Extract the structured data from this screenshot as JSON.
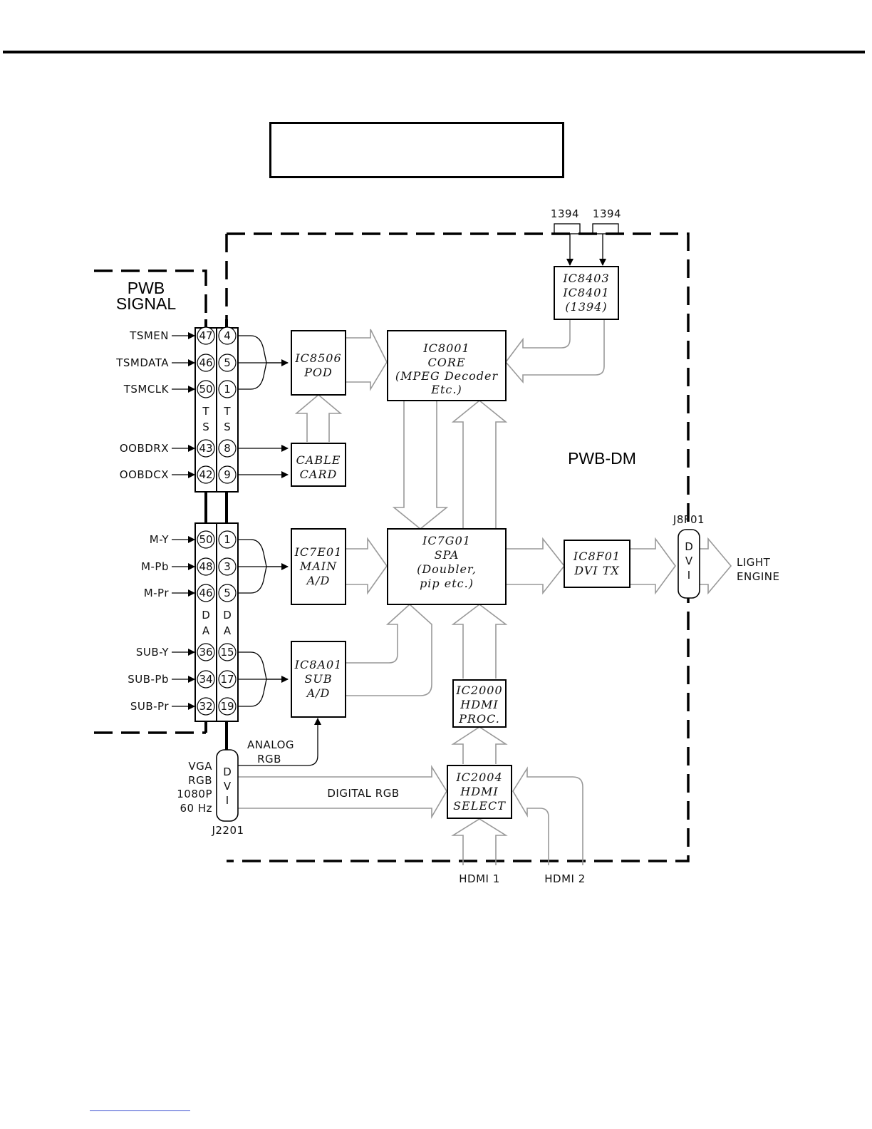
{
  "title_box_text": "",
  "blocks": {
    "pwb_signal": [
      "PWB",
      "SIGNAL"
    ],
    "pwb_dm": "PWB-DM",
    "ic8403": [
      "IC8403",
      "IC8401",
      "(1394)"
    ],
    "ic8506": [
      "IC8506",
      "POD"
    ],
    "ic8001": [
      "IC8001",
      "CORE",
      "(MPEG Decoder",
      "Etc.)"
    ],
    "cable_card": [
      "CABLE",
      "CARD"
    ],
    "ic7e01": [
      "IC7E01",
      "MAIN",
      "A/D"
    ],
    "ic7g01": [
      "IC7G01",
      "SPA",
      "(Doubler,",
      "pip etc.)"
    ],
    "ic8f01": [
      "IC8F01",
      "DVI TX"
    ],
    "ic8a01": [
      "IC8A01",
      "SUB",
      "A/D"
    ],
    "ic2000": [
      "IC2000",
      "HDMI",
      "PROC."
    ],
    "ic2004": [
      "IC2004",
      "HDMI",
      "SELECT"
    ]
  },
  "connectors": {
    "port_1394_a": "1394",
    "port_1394_b": "1394",
    "j8f01": "J8F01",
    "j2201": "J2201",
    "dvi_out_letters": [
      "D",
      "V",
      "I"
    ],
    "dvi_in_letters": [
      "D",
      "V",
      "I"
    ],
    "hdmi1": "HDMI 1",
    "hdmi2": "HDMI 2",
    "light_engine": [
      "LIGHT",
      "ENGINE"
    ],
    "vga_label": [
      "VGA",
      "RGB",
      "1080P",
      "60 Hz"
    ],
    "analog_rgb": [
      "ANALOG",
      "RGB"
    ],
    "digital_rgb": "DIGITAL RGB"
  },
  "ts_group": {
    "left_letters": [
      "T",
      "S"
    ],
    "right_letters": [
      "T",
      "S"
    ],
    "signals": [
      {
        "name": "TSMEN",
        "left_pin": "47",
        "right_pin": "4"
      },
      {
        "name": "TSMDATA",
        "left_pin": "46",
        "right_pin": "5"
      },
      {
        "name": "TSMCLK",
        "left_pin": "50",
        "right_pin": "1"
      },
      {
        "name": "OOBDRX",
        "left_pin": "43",
        "right_pin": "8"
      },
      {
        "name": "OOBDCX",
        "left_pin": "42",
        "right_pin": "9"
      }
    ]
  },
  "da_group": {
    "left_letters": [
      "D",
      "A"
    ],
    "right_letters": [
      "D",
      "A"
    ],
    "signals": [
      {
        "name": "M-Y",
        "left_pin": "50",
        "right_pin": "1"
      },
      {
        "name": "M-Pb",
        "left_pin": "48",
        "right_pin": "3"
      },
      {
        "name": "M-Pr",
        "left_pin": "46",
        "right_pin": "5"
      },
      {
        "name": "SUB-Y",
        "left_pin": "36",
        "right_pin": "15"
      },
      {
        "name": "SUB-Pb",
        "left_pin": "34",
        "right_pin": "17"
      },
      {
        "name": "SUB-Pr",
        "left_pin": "32",
        "right_pin": "19"
      }
    ]
  }
}
